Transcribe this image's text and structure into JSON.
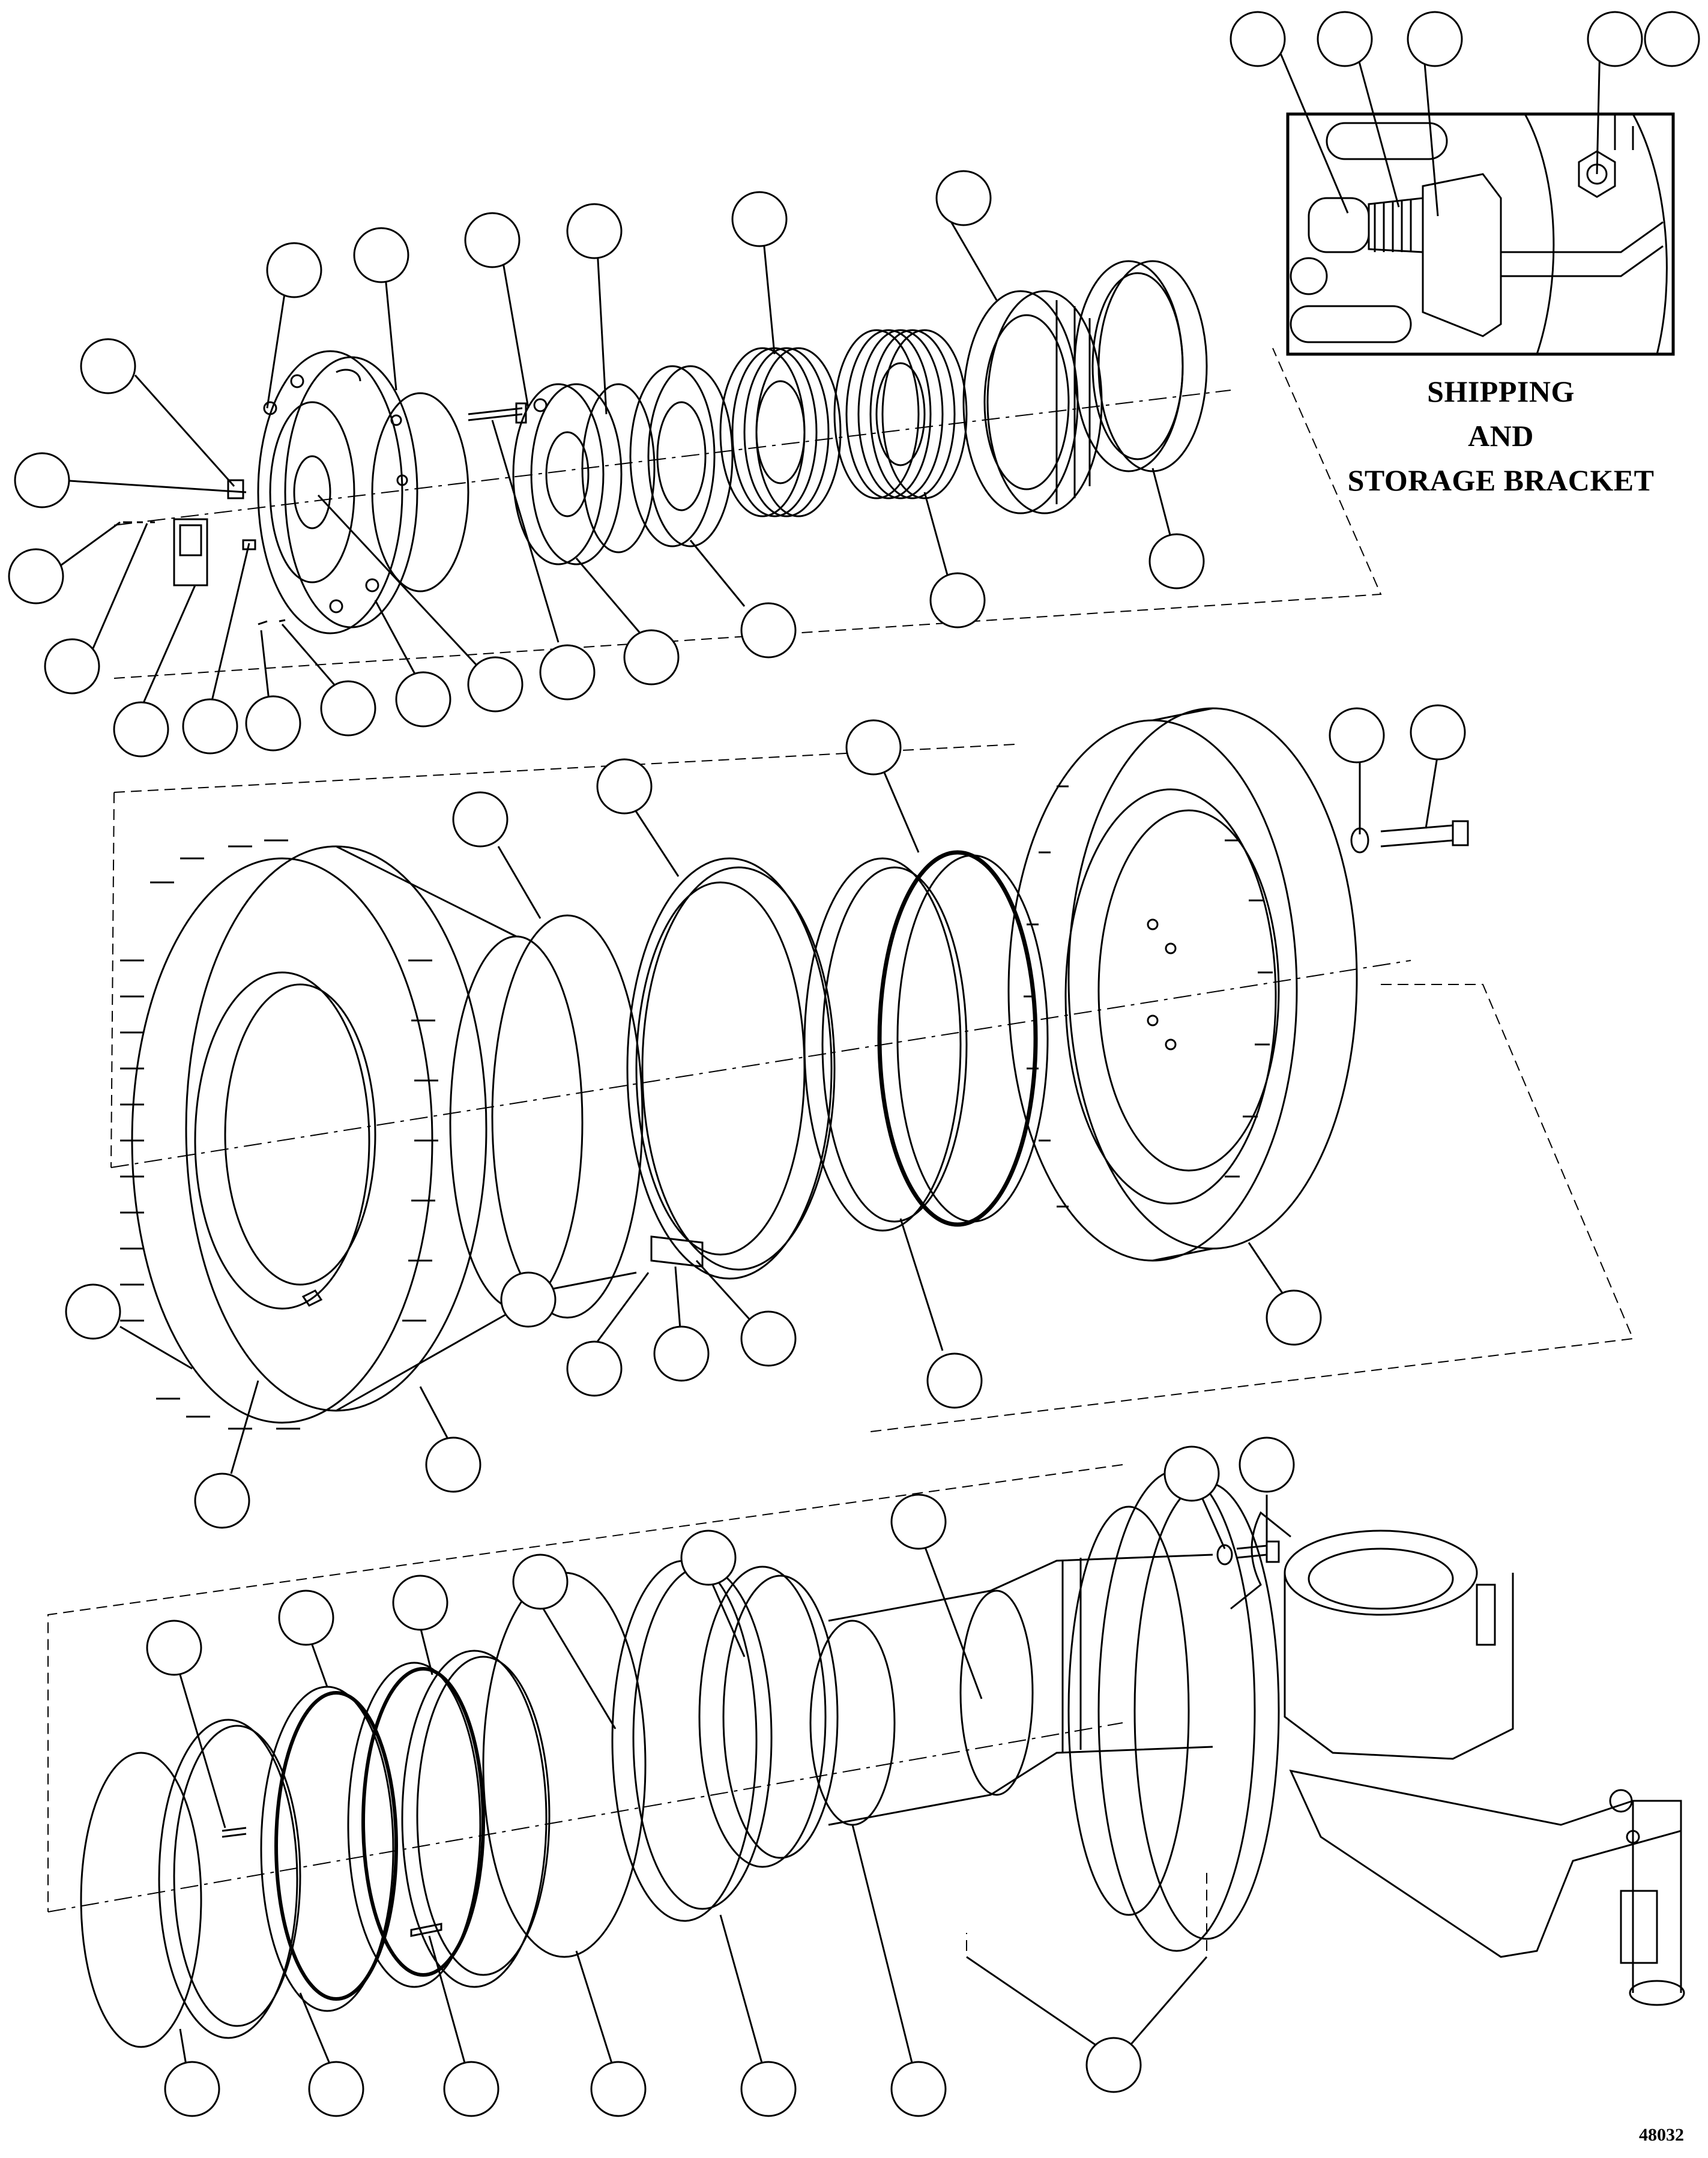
{
  "inset": {
    "title_line1": "SHIPPING",
    "title_line2": "AND",
    "title_line3": "STORAGE BRACKET"
  },
  "figure_number": "48032",
  "colors": {
    "line": "#000000",
    "background": "#ffffff",
    "callout_fill": "#ffffff"
  }
}
